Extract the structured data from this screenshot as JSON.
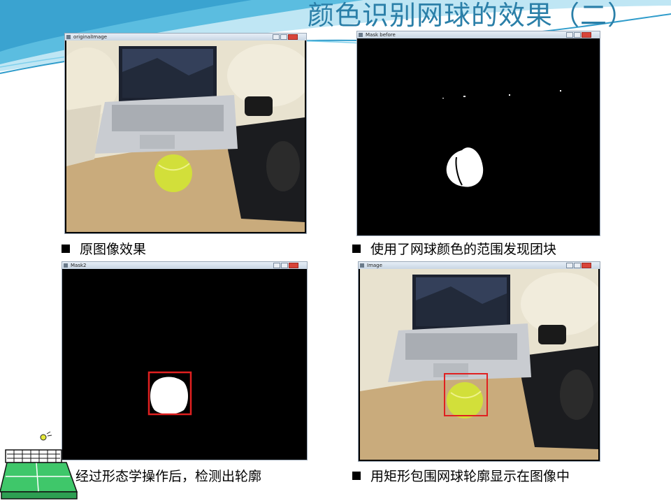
{
  "slide": {
    "title": "颜色识别网球的效果（二）"
  },
  "panels": [
    {
      "window_title": "originalImage",
      "caption": "原图像效果"
    },
    {
      "window_title": "Mask before",
      "caption": "使用了网球颜色的范围发现团块"
    },
    {
      "window_title": "Mask2",
      "caption": "经过形态学操作后，检测出轮廓"
    },
    {
      "window_title": "Image",
      "caption": "用矩形包围网球轮廓显示在图像中"
    }
  ],
  "colors": {
    "title": "#2a7fa8",
    "bounding_box": "#e02020",
    "ball": "#d9e63c",
    "banner": "#5bbde0"
  }
}
